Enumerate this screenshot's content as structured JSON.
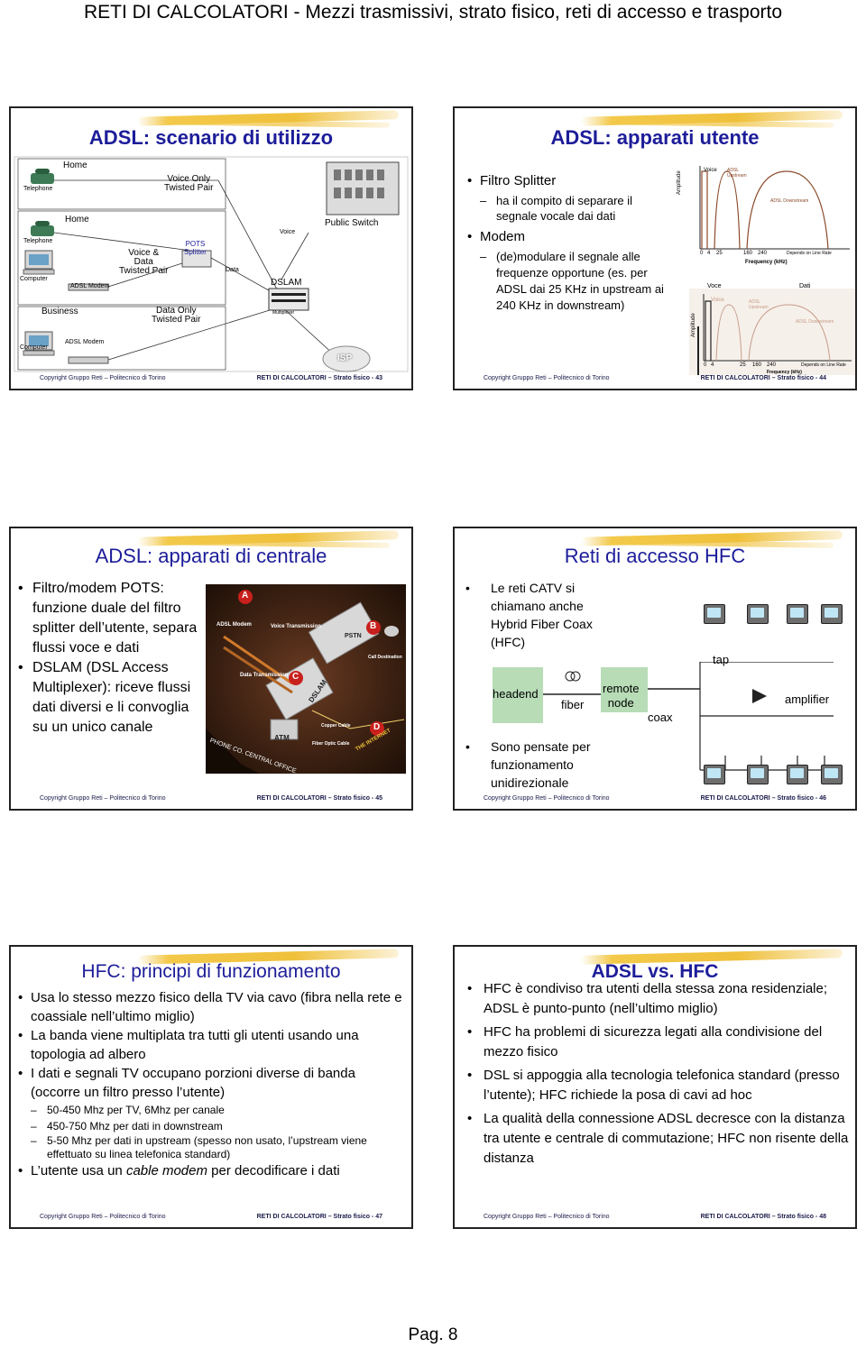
{
  "header": "RETI DI CALCOLATORI - Mezzi trasmissivi, strato fisico, reti di accesso e trasporto",
  "page_number": "Pag. 8",
  "footer_left": "Copyright Gruppo Reti – Politecnico di Torino",
  "slides": [
    {
      "title": "ADSL: scenario di utilizzo",
      "footer": "RETI DI CALCOLATORI – Strato fisico - 43",
      "diagram": {
        "home1": "Home",
        "telephone1": "Telephone",
        "voice_only": "Voice Only\nTwisted Pair",
        "home2": "Home",
        "telephone2": "Telephone",
        "voice_data": "Voice &\nData\nTwisted Pair",
        "pots": "POTS\nSplitter",
        "computer": "Computer",
        "adsl_modem1": "ADSL Modem",
        "business": "Business",
        "data_only": "Data Only\nTwisted Pair",
        "computer2": "Computer",
        "adsl_modem2": "ADSL Modem",
        "voice": "Voice",
        "data": "Data",
        "public_switch": "Public Switch",
        "dslam": "DSLAM",
        "multiplexer": "Multiplexer",
        "isp": "ISP"
      }
    },
    {
      "title": "ADSL: apparati utente",
      "footer": "RETI DI CALCOLATORI – Strato fisico - 44",
      "bullets": [
        {
          "level": 1,
          "text": "Filtro Splitter"
        },
        {
          "level": 2,
          "text": "ha il compito di separare il segnale vocale dai dati"
        },
        {
          "level": 1,
          "text": "Modem"
        },
        {
          "level": 2,
          "text": "(de)modulare il segnale alle frequenze opportune (es. per ADSL dai 25 KHz in upstream ai 240 KHz in downstream)"
        }
      ],
      "graph1": {
        "ylabel": "Amplitude",
        "xlabel": "Frequency (kHz)",
        "voice": "Voice",
        "adsl_up": "ADSL\nUpstream",
        "adsl_down": "ADSL Downstream",
        "ticks": [
          "0",
          "4",
          "25",
          "160",
          "240"
        ],
        "depends": "Depends on Line Rate"
      },
      "graph2": {
        "ylabel": "Amplitude",
        "xlabel": "Frequency (kHz)",
        "voce": "Voce",
        "voice": "Voice",
        "adsl_up": "ADSL\nUpstream",
        "adsl_down": "ADSL Downstream",
        "dati": "Dati",
        "ticks": [
          "0",
          "4",
          "25",
          "160",
          "240"
        ],
        "depends": "Depends on Line Rate"
      }
    },
    {
      "title": "ADSL: apparati di centrale",
      "footer": "RETI DI CALCOLATORI – Strato fisico - 45",
      "bullets": [
        {
          "level": 1,
          "text": "Filtro/modem POTS: funzione duale del filtro splitter dell’utente, separa flussi voce e dati"
        },
        {
          "level": 1,
          "text": "DSLAM (DSL Access Multiplexer): riceve flussi dati diversi e li convoglia su un unico canale"
        }
      ],
      "illustration": {
        "badge_a": "A",
        "badge_b": "B",
        "badge_c": "C",
        "badge_d": "D",
        "adsl_modem": "ADSL Modem",
        "voice_transmission": "Voice Transmission",
        "data_transmission": "Data Transmission",
        "pstn": "PSTN",
        "call_destination": "Call Destination",
        "dslam": "DSLAM",
        "copper_cable": "Copper Cable",
        "atm": "ATM",
        "fiber_optic": "Fiber Optic Cable",
        "internet": "THE INTERNET",
        "central_office": "PHONE CO. CENTRAL OFFICE"
      }
    },
    {
      "title": "Reti di accesso HFC",
      "footer": "RETI DI CALCOLATORI – Strato fisico - 46",
      "bullets": [
        {
          "level": 1,
          "text": "Le reti CATV si chiamano anche Hybrid Fiber Coax (HFC)"
        },
        {
          "level": 1,
          "text": "Sono pensate per funzionamento unidirezionale"
        }
      ],
      "diagram": {
        "headend": "headend",
        "fiber": "fiber",
        "remote_node": "remote\nnode",
        "coax": "coax",
        "tap": "tap",
        "amplifier": "amplifier"
      }
    },
    {
      "title": "HFC: principi di funzionamento",
      "footer": "RETI DI CALCOLATORI – Strato fisico - 47",
      "bullets": [
        {
          "level": 1,
          "text": "Usa lo stesso mezzo fisico della TV via cavo (fibra nella rete e coassiale nell’ultimo miglio)"
        },
        {
          "level": 1,
          "text": "La banda viene multiplata tra tutti gli utenti usando una topologia ad albero"
        },
        {
          "level": 1,
          "text": "I dati e segnali TV occupano porzioni diverse di banda (occorre un filtro presso l’utente)"
        },
        {
          "level": 2,
          "text": "50-450 Mhz per TV, 6Mhz per canale"
        },
        {
          "level": 2,
          "text": "450-750 Mhz per dati in downstream"
        },
        {
          "level": 2,
          "text": "5-50 Mhz per dati in upstream (spesso non usato, l’upstream viene effettuato su linea telefonica standard)"
        }
      ],
      "last_bullet": {
        "before": "L’utente usa un ",
        "em": "cable modem",
        "after": " per decodificare i dati"
      }
    },
    {
      "title": "ADSL vs. HFC",
      "footer": "RETI DI CALCOLATORI – Strato fisico - 48",
      "bullets": [
        {
          "level": 1,
          "text": "HFC è condiviso tra utenti della stessa zona residenziale; ADSL è punto-punto (nell’ultimo miglio)"
        },
        {
          "level": 1,
          "text": "HFC ha problemi di sicurezza legati alla condivisione del mezzo fisico"
        },
        {
          "level": 1,
          "text": "DSL si appoggia alla tecnologia telefonica standard (presso l’utente); HFC richiede la posa di cavi ad hoc"
        },
        {
          "level": 1,
          "text": "La qualità della connessione ADSL decresce con la distanza tra utente e centrale di commutazione; HFC non risente della distanza"
        }
      ]
    }
  ]
}
